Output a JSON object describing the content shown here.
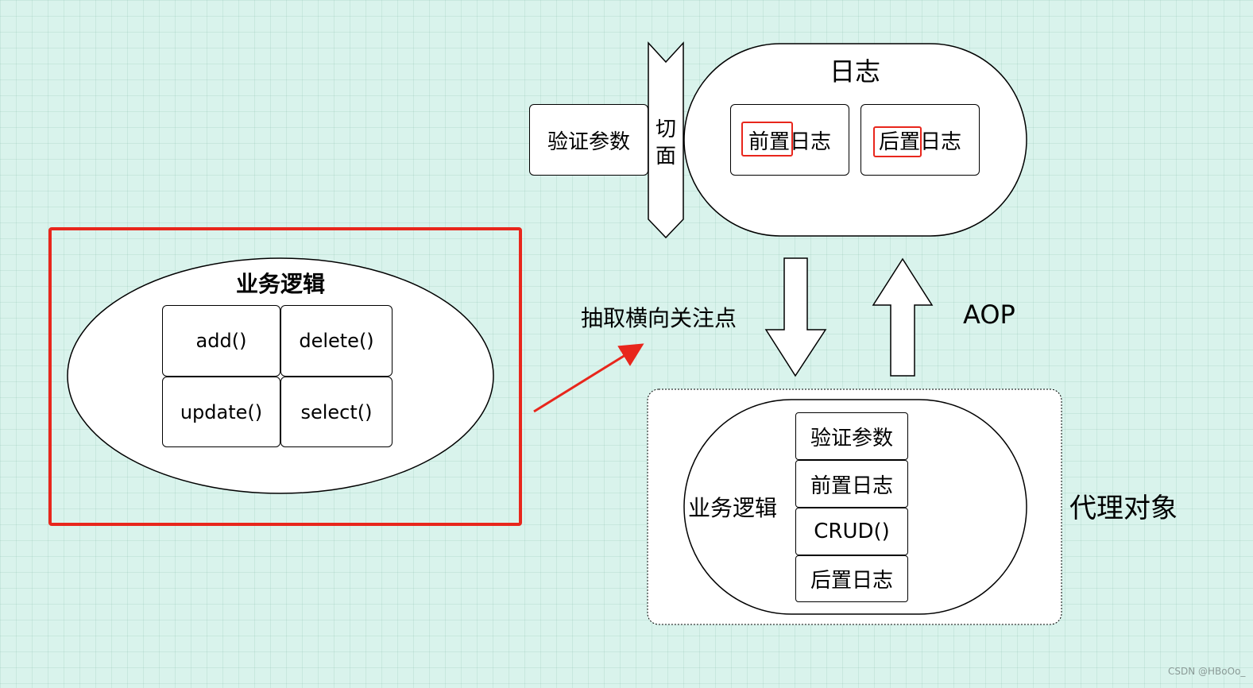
{
  "business_logic": {
    "title": "业务逻辑",
    "methods": [
      "add()",
      "delete()",
      "update()",
      "select()"
    ]
  },
  "extract_label": "抽取横向关注点",
  "aspect": {
    "validate_label": "验证参数",
    "aspect_label_top": "切",
    "aspect_label_bottom": "面",
    "log_title": "日志",
    "pre_log": "前置日志",
    "post_log": "后置日志"
  },
  "aop_label": "AOP",
  "proxy": {
    "label": "代理对象",
    "business_label": "业务逻辑",
    "chain": [
      "验证参数",
      "前置日志",
      "CRUD()",
      "后置日志"
    ]
  },
  "watermark": "CSDN @HBoOo_",
  "colors": {
    "background": "#d9f3ec",
    "highlight_red": "#e8261c",
    "stroke": "#000000",
    "fill": "#ffffff"
  }
}
